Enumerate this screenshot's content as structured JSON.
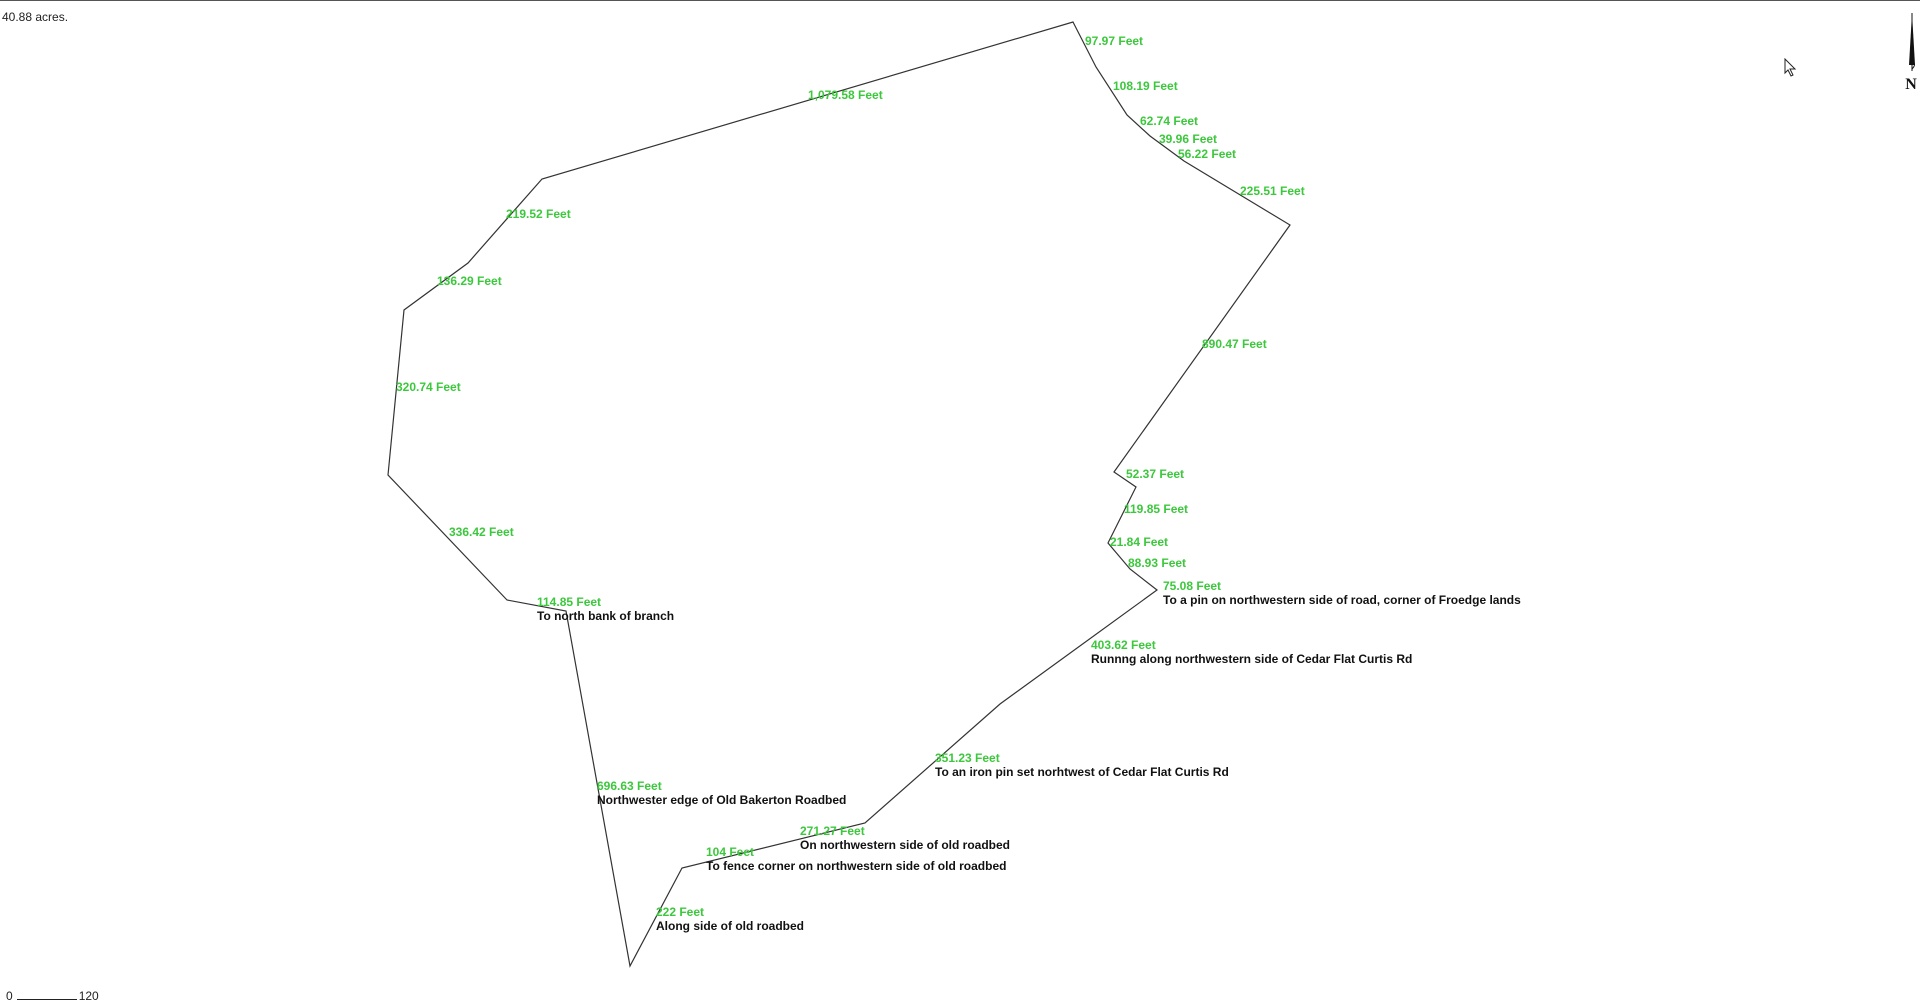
{
  "map": {
    "area_text": "40.88 acres.",
    "north_label": "N",
    "scale": {
      "start": "0",
      "end": "120"
    },
    "segment_labels": [
      {
        "distance": "1,079.58 Feet",
        "description": ""
      },
      {
        "distance": "97.97 Feet",
        "description": ""
      },
      {
        "distance": "108.19 Feet",
        "description": ""
      },
      {
        "distance": "62.74 Feet",
        "description": ""
      },
      {
        "distance": "39.96 Feet",
        "description": ""
      },
      {
        "distance": "56.22 Feet",
        "description": ""
      },
      {
        "distance": "225.51 Feet",
        "description": ""
      },
      {
        "distance": "890.47 Feet",
        "description": ""
      },
      {
        "distance": "52.37 Feet",
        "description": ""
      },
      {
        "distance": "119.85 Feet",
        "description": ""
      },
      {
        "distance": "21.84 Feet",
        "description": ""
      },
      {
        "distance": "88.93 Feet",
        "description": ""
      },
      {
        "distance": "75.08 Feet",
        "description": "To a pin on northwestern side of road, corner of Froedge lands"
      },
      {
        "distance": "403.62 Feet",
        "description": "Runnng along northwestern side of Cedar Flat Curtis Rd"
      },
      {
        "distance": "351.23 Feet",
        "description": "To an iron pin set norhtwest of Cedar Flat Curtis Rd"
      },
      {
        "distance": "271.27 Feet",
        "description": "On northwestern side of old roadbed"
      },
      {
        "distance": "104 Feet",
        "description": "To fence corner on northwestern side of old roadbed"
      },
      {
        "distance": "222 Feet",
        "description": "Along side of old roadbed"
      },
      {
        "distance": "696.63 Feet",
        "description": "Northwester edge of Old Bakerton Roadbed"
      },
      {
        "distance": "114.85 Feet",
        "description": "To north bank of branch"
      },
      {
        "distance": "336.42 Feet",
        "description": ""
      },
      {
        "distance": "320.74 Feet",
        "description": ""
      },
      {
        "distance": "136.29 Feet",
        "description": ""
      },
      {
        "distance": "219.52 Feet",
        "description": ""
      }
    ],
    "colors": {
      "boundary_line": "#333333",
      "distance_text": "#3cc83c",
      "description_text": "#111111"
    }
  }
}
